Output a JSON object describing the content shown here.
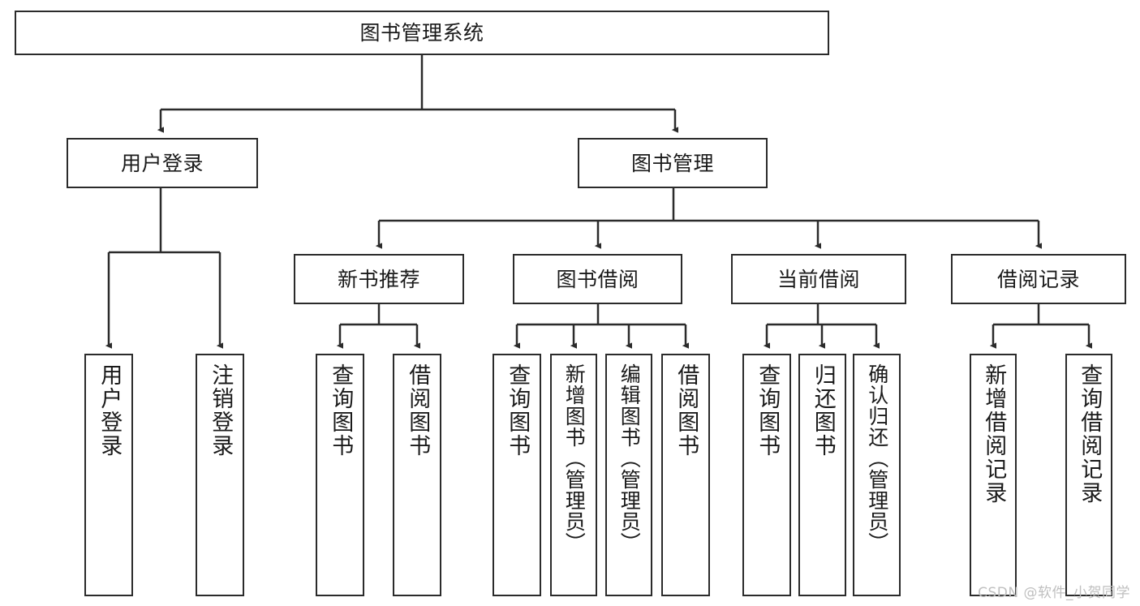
{
  "diagram": {
    "type": "hierarchy-tree",
    "title": "图书管理系统",
    "levels": 4,
    "root": {
      "id": "root",
      "label": "图书管理系统",
      "orientation": "horizontal"
    },
    "level2": [
      {
        "id": "user-login",
        "label": "用户登录",
        "orientation": "horizontal"
      },
      {
        "id": "book-management",
        "label": "图书管理",
        "orientation": "horizontal"
      }
    ],
    "level3": [
      {
        "id": "new-book-recommend",
        "label": "新书推荐",
        "orientation": "horizontal",
        "parent": "book-management"
      },
      {
        "id": "book-borrow",
        "label": "图书借阅",
        "orientation": "horizontal",
        "parent": "book-management"
      },
      {
        "id": "current-borrow",
        "label": "当前借阅",
        "orientation": "horizontal",
        "parent": "book-management"
      },
      {
        "id": "borrow-record",
        "label": "借阅记录",
        "orientation": "horizontal",
        "parent": "book-management"
      }
    ],
    "leaves": [
      {
        "id": "leaf-user-login",
        "label": "用户登录",
        "parent": "user-login",
        "orientation": "vertical"
      },
      {
        "id": "leaf-logout-login",
        "label": "注销登录",
        "parent": "user-login",
        "orientation": "vertical"
      },
      {
        "id": "leaf-query-book-1",
        "label": "查询图书",
        "parent": "new-book-recommend",
        "orientation": "vertical"
      },
      {
        "id": "leaf-borrow-book-1",
        "label": "借阅图书",
        "parent": "new-book-recommend",
        "orientation": "vertical"
      },
      {
        "id": "leaf-query-book-2",
        "label": "查询图书",
        "parent": "book-borrow",
        "orientation": "vertical"
      },
      {
        "id": "leaf-add-book-admin",
        "label": "新增图书（管理员）",
        "parent": "book-borrow",
        "orientation": "vertical"
      },
      {
        "id": "leaf-edit-book-admin",
        "label": "编辑图书（管理员）",
        "parent": "book-borrow",
        "orientation": "vertical"
      },
      {
        "id": "leaf-borrow-book-2",
        "label": "借阅图书",
        "parent": "book-borrow",
        "orientation": "vertical"
      },
      {
        "id": "leaf-query-book-3",
        "label": "查询图书",
        "parent": "current-borrow",
        "orientation": "vertical"
      },
      {
        "id": "leaf-return-book",
        "label": "归还图书",
        "parent": "current-borrow",
        "orientation": "vertical"
      },
      {
        "id": "leaf-confirm-return-admin",
        "label": "确认归还（管理员）",
        "parent": "current-borrow",
        "orientation": "vertical"
      },
      {
        "id": "leaf-add-borrow-record",
        "label": "新增借阅记录",
        "parent": "borrow-record",
        "orientation": "vertical"
      },
      {
        "id": "leaf-query-borrow-record",
        "label": "查询借阅记录",
        "parent": "borrow-record",
        "orientation": "vertical"
      }
    ]
  },
  "style": {
    "stroke_color": "#2b2b2b",
    "box_fill": "#ffffff",
    "text_color": "#1a1a1a",
    "background": "#ffffff",
    "watermark_color": "#bfbfbf"
  },
  "watermark": {
    "text": "CSDN @软件_小贺同学"
  }
}
